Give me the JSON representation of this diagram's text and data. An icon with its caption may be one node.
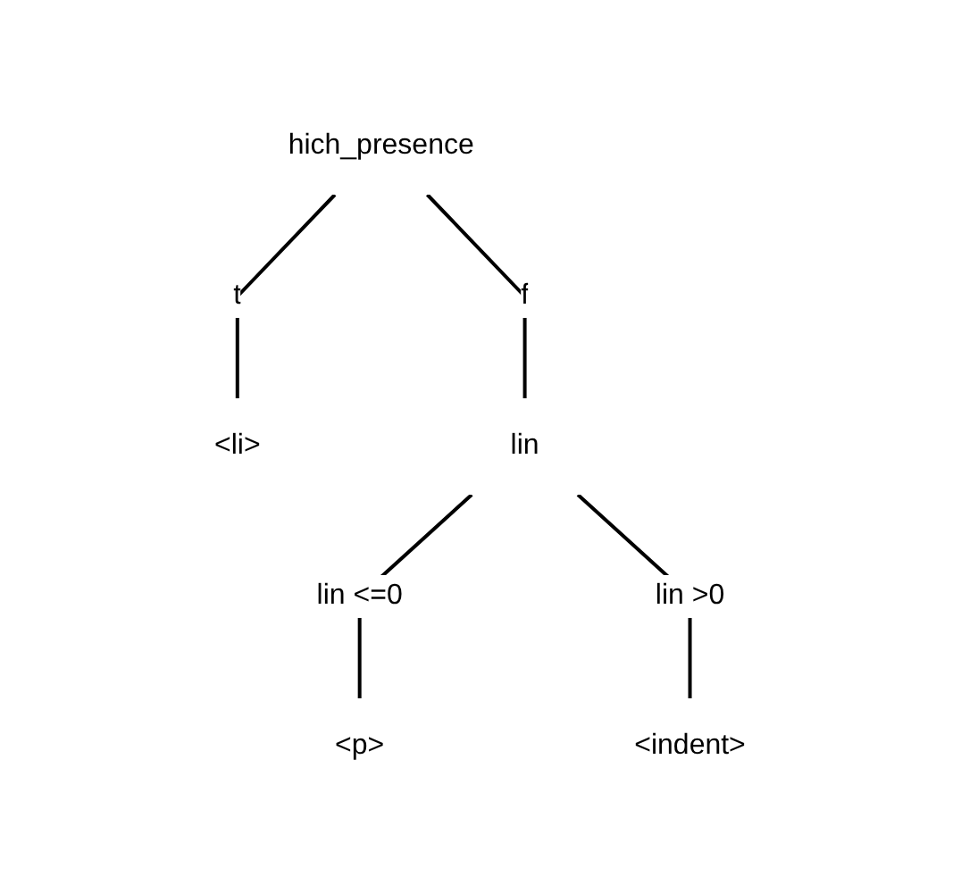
{
  "diagram": {
    "nodes": [
      {
        "text": [
          "hich_presence"
        ]
      },
      {
        "text": [
          "<li>"
        ]
      },
      {
        "text": [
          "lin"
        ]
      },
      {
        "text": [
          "<p>"
        ]
      },
      {
        "text": [
          "<indent>"
        ]
      }
    ],
    "edges": [
      {
        "from": 0,
        "to": 1,
        "arrow": "none",
        "label": "t"
      },
      {
        "from": 0,
        "to": 2,
        "arrow": "none",
        "label": "f"
      },
      {
        "from": 2,
        "to": 3,
        "arrow": "none",
        "label": "lin <=0"
      },
      {
        "from": 2,
        "to": 4,
        "arrow": "none",
        "label": "lin >0"
      }
    ]
  }
}
